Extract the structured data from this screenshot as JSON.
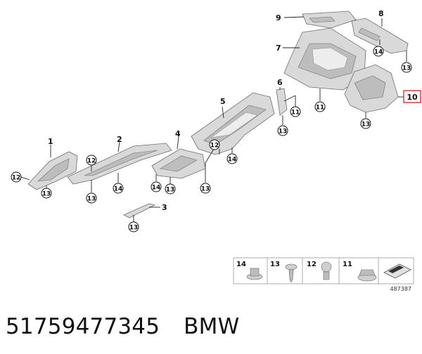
{
  "callouts": {
    "part_1": "1",
    "part_2": "2",
    "part_3": "3",
    "part_4": "4",
    "part_5": "5",
    "part_6": "6",
    "part_7": "7",
    "part_8": "8",
    "part_9": "9",
    "part_10": "10"
  },
  "fasteners": {
    "nut_11": "11",
    "clip_12": "12",
    "screw_13": "13",
    "nut_14": "14"
  },
  "legend": {
    "items": [
      "14",
      "13",
      "12",
      "11"
    ],
    "reference": "487387"
  },
  "footer": {
    "part_number": "51759477345",
    "brand": "BMW"
  },
  "colors": {
    "highlight": "#d62f2f",
    "part_fill": "#d9d9d9"
  }
}
